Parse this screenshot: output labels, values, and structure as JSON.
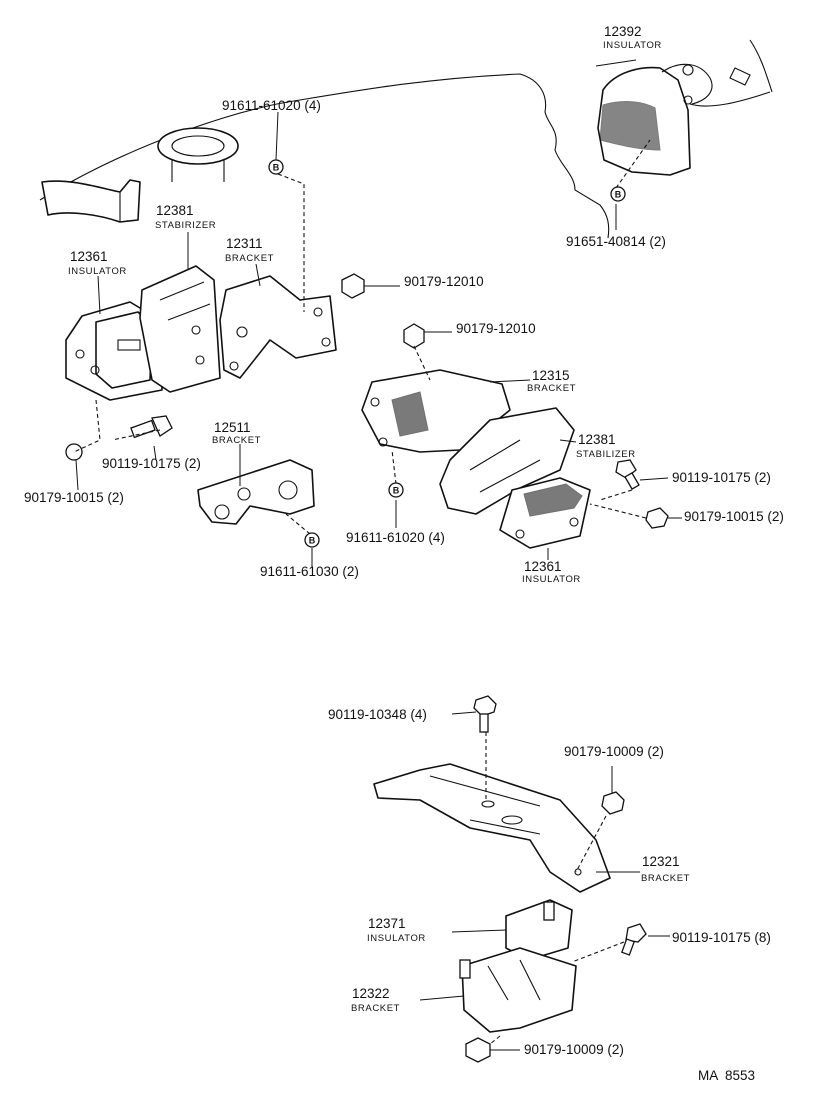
{
  "labels": {
    "p12392": {
      "number": "12392",
      "name": "INSULATOR"
    },
    "p91611_61020_top": {
      "number": "91611-61020 (4)"
    },
    "p91651_40814": {
      "number": "91651-40814 (2)"
    },
    "p12381_left": {
      "number": "12381",
      "name": "STABIRIZER"
    },
    "p12311": {
      "number": "12311",
      "name": "BRACKET"
    },
    "p12361_left": {
      "number": "12361",
      "name": "INSULATOR"
    },
    "p90179_12010_a": {
      "number": "90179-12010"
    },
    "p90179_12010_b": {
      "number": "90179-12010"
    },
    "p12315": {
      "number": "12315",
      "name": "BRACKET"
    },
    "p12511": {
      "number": "12511",
      "name": "BRACKET"
    },
    "p12381_right": {
      "number": "12381",
      "name": "STABILIZER"
    },
    "p90119_10175_left": {
      "number": "90119-10175 (2)"
    },
    "p90179_10015_left": {
      "number": "90179-10015 (2)"
    },
    "p90119_10175_right": {
      "number": "90119-10175 (2)"
    },
    "p90179_10015_right": {
      "number": "90179-10015 (2)"
    },
    "p91611_61020_mid": {
      "number": "91611-61020 (4)"
    },
    "p91611_61030": {
      "number": "91611-61030 (2)"
    },
    "p12361_right": {
      "number": "12361",
      "name": "INSULATOR"
    },
    "p90119_10348": {
      "number": "90119-10348 (4)"
    },
    "p90179_10009_top": {
      "number": "90179-10009 (2)"
    },
    "p12321": {
      "number": "12321",
      "name": "BRACKET"
    },
    "p12371": {
      "number": "12371",
      "name": "INSULATOR"
    },
    "p90119_10175_bottom": {
      "number": "90119-10175 (8)"
    },
    "p12322": {
      "number": "12322",
      "name": "BRACKET"
    },
    "p90179_10009_bottom": {
      "number": "90179-10009 (2)"
    }
  },
  "badges": {
    "b": "B"
  },
  "drawing_code": "MA  8553"
}
